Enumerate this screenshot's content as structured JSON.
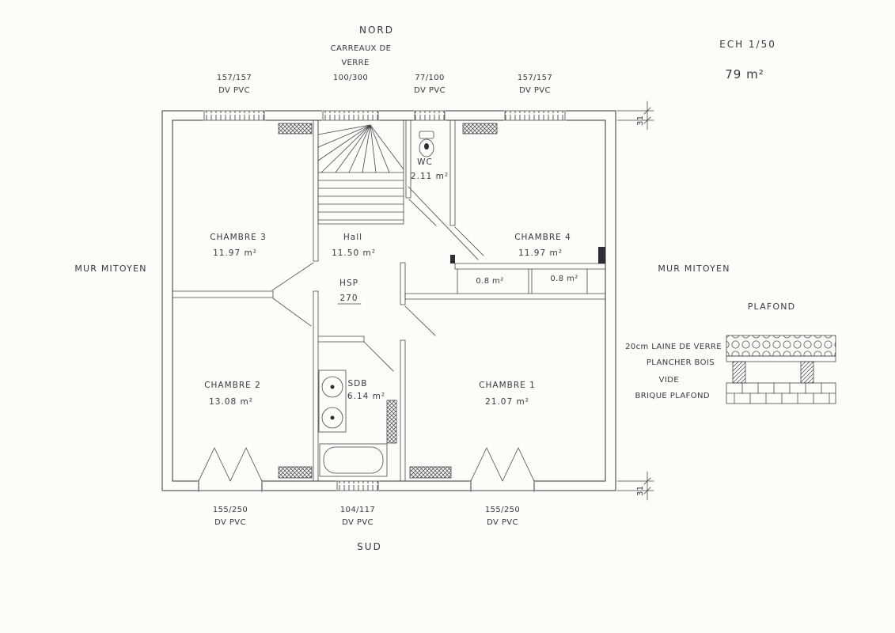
{
  "compass": {
    "north": "NORD",
    "south": "SUD"
  },
  "titleblock": {
    "scale": "ECH 1/50",
    "area": "79 m²"
  },
  "party_walls": {
    "left": "MUR MITOYEN",
    "right": "MUR MITOYEN"
  },
  "glass_note": {
    "line1": "CARREAUX DE",
    "line2": "VERRE"
  },
  "windows_top": [
    {
      "size": "157/157",
      "type": "DV PVC"
    },
    {
      "size": "100/300",
      "type": ""
    },
    {
      "size": "77/100",
      "type": "DV PVC"
    },
    {
      "size": "157/157",
      "type": "DV PVC"
    }
  ],
  "windows_bottom": [
    {
      "size": "155/250",
      "type": "DV PVC"
    },
    {
      "size": "104/117",
      "type": "DV PVC"
    },
    {
      "size": "155/250",
      "type": "DV PVC"
    }
  ],
  "rooms": {
    "chambre3": {
      "name": "CHAMBRE 3",
      "area": "11.97 m²"
    },
    "hall": {
      "name": "Hall",
      "area": "11.50 m²"
    },
    "wc": {
      "name": "WC",
      "area": "2.11 m²"
    },
    "chambre4": {
      "name": "CHAMBRE 4",
      "area": "11.97 m²"
    },
    "chambre2": {
      "name": "CHAMBRE 2",
      "area": "13.08 m²"
    },
    "sdb": {
      "name": "SDB",
      "area": "6.14 m²"
    },
    "chambre1": {
      "name": "CHAMBRE 1",
      "area": "21.07 m²"
    }
  },
  "closets": {
    "left": "0.8 m²",
    "right": "0.8 m²"
  },
  "ceiling_height": {
    "label": "HSP",
    "value": "270"
  },
  "ceiling_detail": {
    "title": "PLAFOND",
    "layer1": "20cm LAINE DE VERRE",
    "layer2": "PLANCHER BOIS",
    "layer3": "VIDE",
    "layer4": "BRIQUE PLAFOND"
  },
  "dimensions": {
    "wall_top": "31",
    "wall_bottom": "31"
  }
}
